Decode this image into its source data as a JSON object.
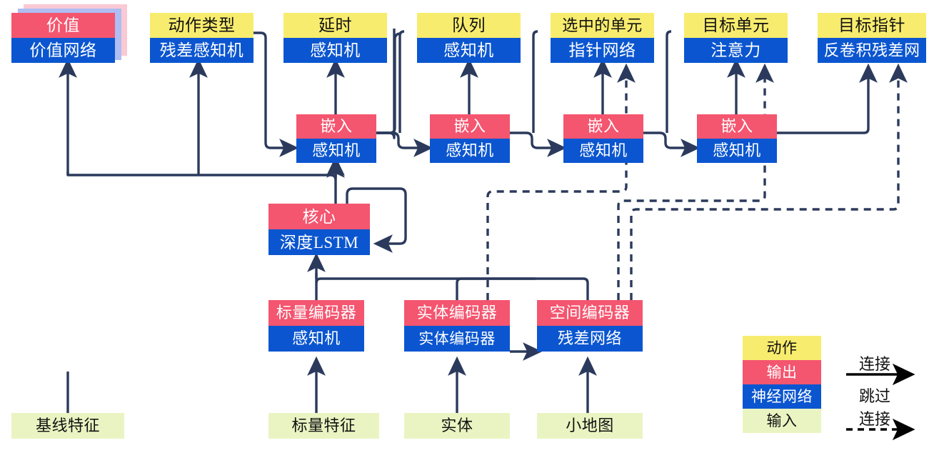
{
  "diagram": {
    "title": "AlphaStar-style agent architecture (Chinese labels)",
    "colors": {
      "action": "#f8ec6e",
      "output": "#f4556f",
      "network": "#0b56d0",
      "input": "#eaf4c2",
      "wire": "#2b3a5c"
    },
    "nodes": {
      "value": {
        "top": "价值",
        "bottom": "价值网络"
      },
      "action_type": {
        "top": "动作类型",
        "bottom": "残差感知机"
      },
      "delay": {
        "top": "延时",
        "bottom": "感知机"
      },
      "queue": {
        "top": "队列",
        "bottom": "感知机"
      },
      "selected_units": {
        "top": "选中的单元",
        "bottom": "指针网络"
      },
      "target_unit": {
        "top": "目标单元",
        "bottom": "注意力"
      },
      "target_point": {
        "top": "目标指针",
        "bottom": "反卷积残差网"
      },
      "embed_1": {
        "top": "嵌入",
        "bottom": "感知机"
      },
      "embed_2": {
        "top": "嵌入",
        "bottom": "感知机"
      },
      "embed_3": {
        "top": "嵌入",
        "bottom": "感知机"
      },
      "embed_4": {
        "top": "嵌入",
        "bottom": "感知机"
      },
      "core": {
        "top": "核心",
        "bottom": "深度LSTM"
      },
      "scalar_encoder": {
        "top": "标量编码器",
        "bottom": "感知机"
      },
      "entity_encoder": {
        "top": "实体编码器",
        "bottom": "实体编码器"
      },
      "spatial_encoder": {
        "top": "空间编码器",
        "bottom": "残差网络"
      }
    },
    "inputs": {
      "baseline_features": "基线特征",
      "scalar_features": "标量特征",
      "entities": "实体",
      "minimap": "小地图"
    },
    "legend": {
      "rows": [
        {
          "label": "动作",
          "kind": "action"
        },
        {
          "label": "输出",
          "kind": "output"
        },
        {
          "label": "神经网络",
          "kind": "network"
        },
        {
          "label": "输入",
          "kind": "input"
        }
      ],
      "edges": [
        {
          "label": "连接",
          "style": "solid"
        },
        {
          "label_line1": "跳过",
          "label_line2": "连接",
          "style": "dashed"
        }
      ]
    }
  }
}
